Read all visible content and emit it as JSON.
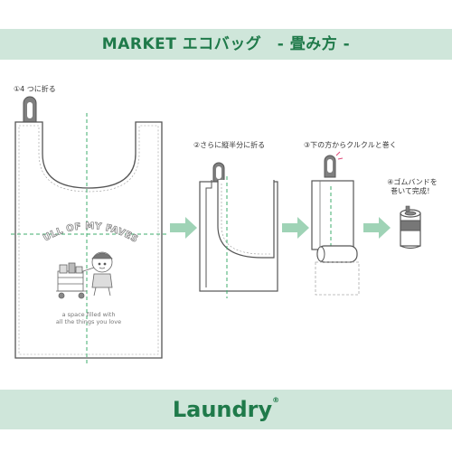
{
  "header": {
    "title": "MARKET エコバッグ　- 畳み方 -"
  },
  "steps": [
    {
      "label": "①4 つに折る"
    },
    {
      "label": "②さらに縦半分に折る"
    },
    {
      "label": "③下の方からクルクルと巻く"
    },
    {
      "label_line1": "④ゴムバンドを",
      "label_line2": "巻いて完成！"
    }
  ],
  "bag_print": {
    "headline": "FULL OF MY FAVES.",
    "tagline_line1": "a space filled with",
    "tagline_line2": "all the things you love"
  },
  "footer": {
    "brand": "Laundry",
    "reg_mark": "®"
  },
  "icons": {
    "arrow": "arrow-right-icon",
    "spark": "motion-mark-icon",
    "illustration": "shopping-cart-character-icon"
  },
  "colors": {
    "accent_green": "#1f7a4a",
    "band_green": "#cfe6da",
    "arrow_green": "#9fd3b6",
    "fold_line": "#3fae6e",
    "outline": "#555555",
    "accent_pink": "#e04a7a"
  }
}
